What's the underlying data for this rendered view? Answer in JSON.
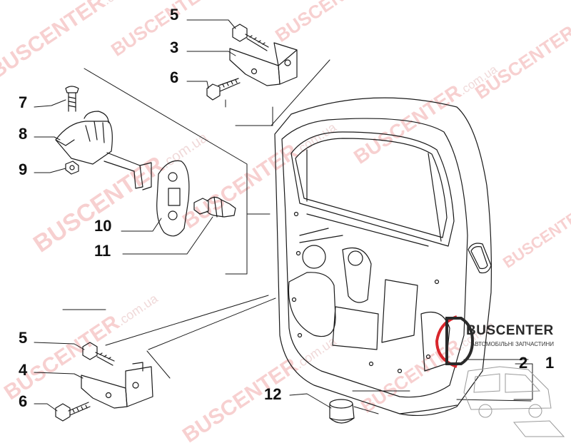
{
  "callouts": {
    "n5_top": "5",
    "n3": "3",
    "n6_top": "6",
    "n7": "7",
    "n8": "8",
    "n9": "9",
    "n10": "10",
    "n11": "11",
    "n5_bottom": "5",
    "n4": "4",
    "n6_bottom": "6",
    "n12": "12",
    "n2": "2",
    "n1": "1"
  },
  "watermark": {
    "brand": "BUSCENTER",
    "domain": ".com.ua"
  },
  "logo": {
    "title": "BUSCENTER",
    "subtitle": "АВТОМОБІЛЬНІ ЗАПЧАСТИНИ"
  },
  "colors": {
    "line": "#1a1a1a",
    "watermark": "#e67a7a",
    "logo_red": "#d8262c"
  }
}
